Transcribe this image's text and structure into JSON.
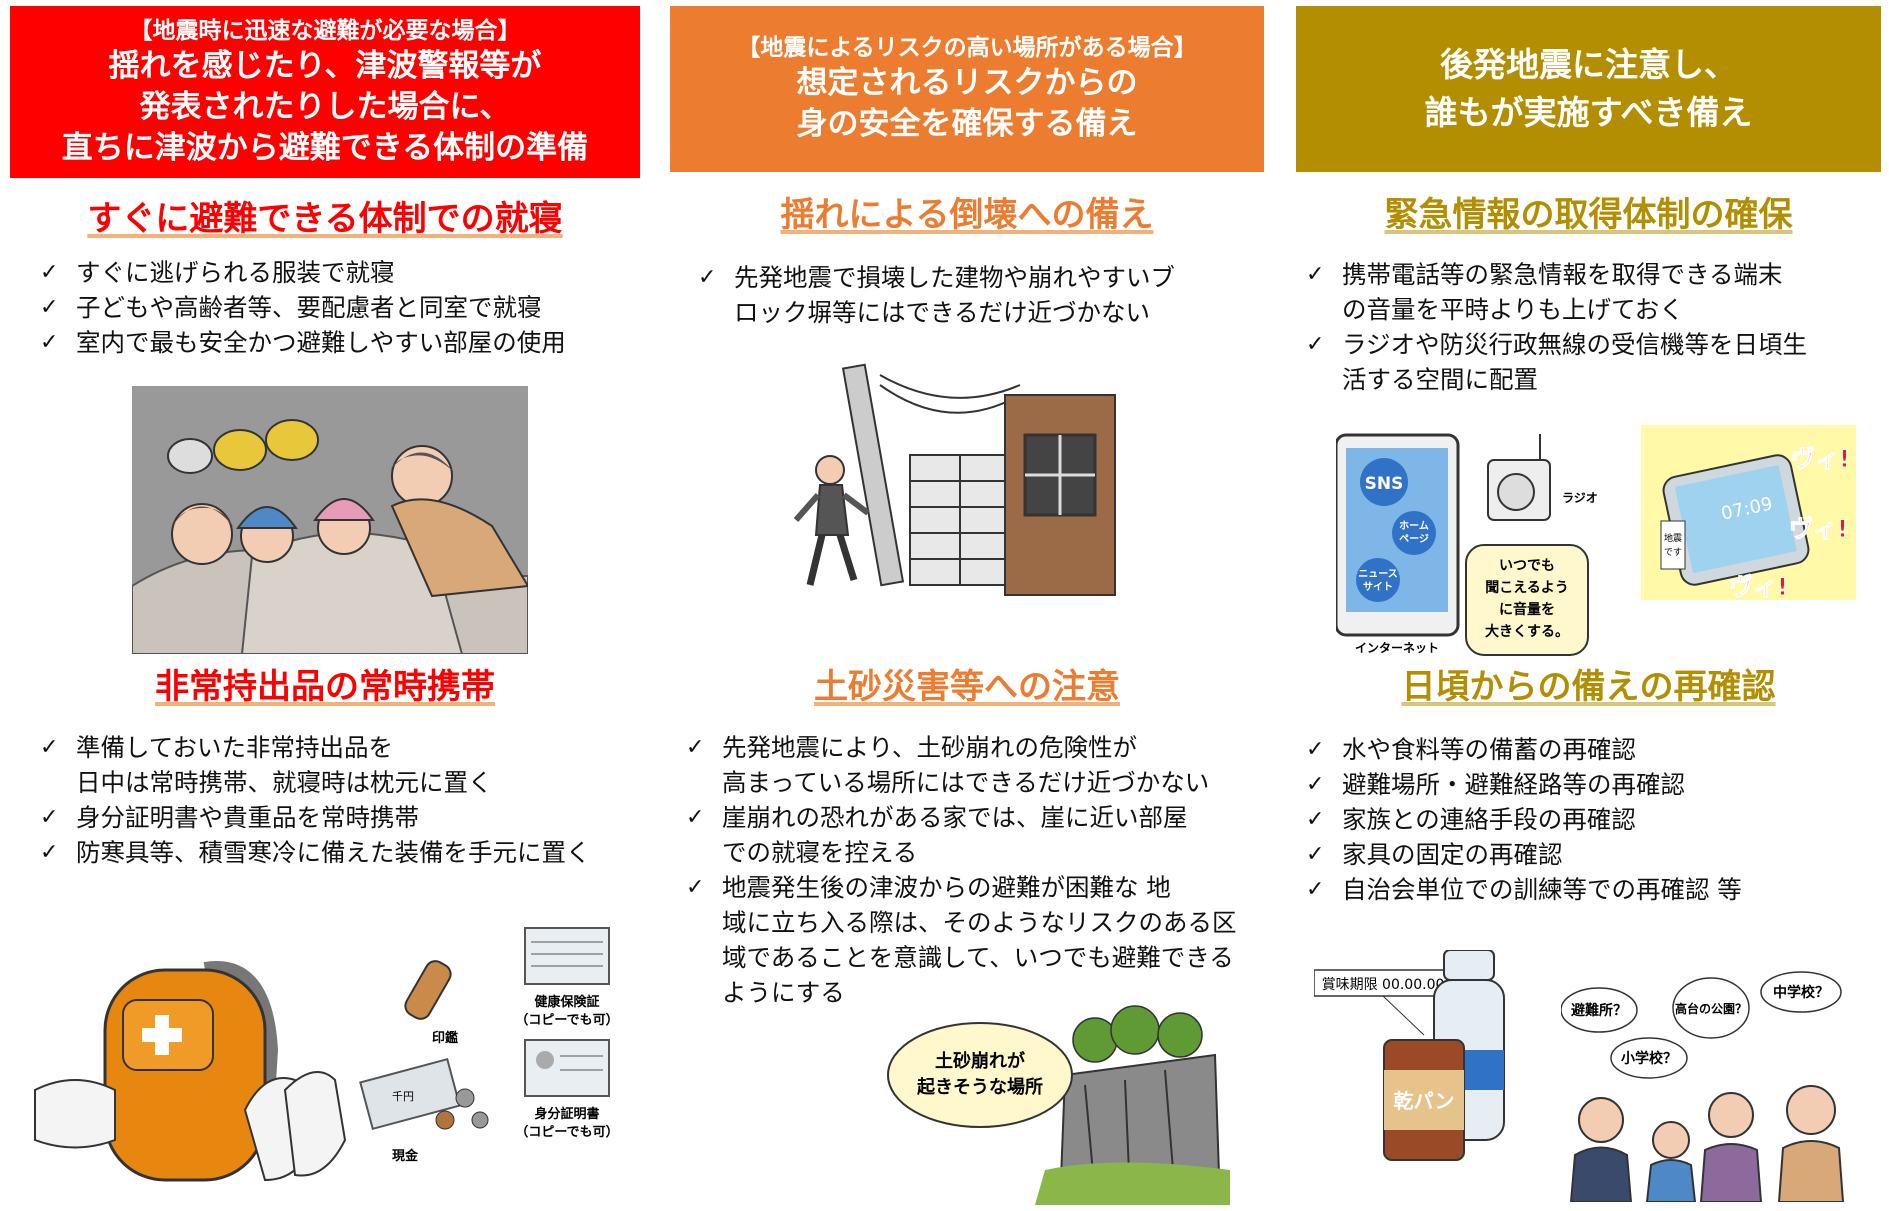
{
  "columns": [
    {
      "header": {
        "sub": "【地震時に迅速な避難が必要な場合】",
        "lines": [
          "揺れを感じたり、津波警報等が",
          "発表されたりした場合に、",
          "直ちに津波から避難できる体制の準備"
        ]
      },
      "sections": [
        {
          "title": "すぐに避難できる体制での就寝",
          "items": [
            [
              "すぐに逃げられる服装で就寝"
            ],
            [
              "子どもや高齢者等、要配慮者と同室で就寝"
            ],
            [
              "室内で最も安全かつ避難しやすい部屋の使用"
            ]
          ]
        },
        {
          "title": "非常持出品の常時携帯",
          "items": [
            [
              "準備しておいた非常持出品を",
              "日中は常時携帯、就寝時は枕元に置く"
            ],
            [
              "身分証明書や貴重品を常時携帯"
            ],
            [
              "防寒具等、積雪寒冷に備えた装備を手元に置く"
            ]
          ],
          "labels": {
            "insurance": "健康保険証",
            "insurance_note": "（コピーでも可）",
            "seal": "印鑑",
            "id_card": "身分証明書",
            "id_card_note": "（コピーでも可）",
            "cash": "現金",
            "bill": "千円"
          }
        }
      ]
    },
    {
      "header": {
        "sub": "【地震によるリスクの高い場所がある場合】",
        "lines": [
          "想定されるリスクからの",
          "身の安全を確保する備え"
        ]
      },
      "sections": [
        {
          "title": "揺れによる倒壊への備え",
          "items": [
            [
              "先発地震で損壊した建物や崩れやすいブ",
              "ロック塀等にはできるだけ近づかない"
            ]
          ]
        },
        {
          "title": "土砂災害等への注意",
          "items": [
            [
              "先発地震により、土砂崩れの危険性が",
              "高まっている場所にはできるだけ近づかない"
            ],
            [
              "崖崩れの恐れがある家では、崖に近い部屋",
              "での就寝を控える"
            ],
            [
              "地震発生後の津波からの避難が困難な  地",
              "域に立ち入る際は、そのようなリスクのある区",
              "域であることを意識して、いつでも避難できる",
              "ようにする"
            ]
          ],
          "labels": {
            "callout": [
              "土砂崩れが",
              "起きそうな場所"
            ]
          }
        }
      ]
    },
    {
      "header": {
        "sub": "",
        "lines": [
          "後発地震に注意し、",
          "誰もが実施すべき備え"
        ]
      },
      "sections": [
        {
          "title": "緊急情報の取得体制の確保",
          "items": [
            [
              "携帯電話等の緊急情報を取得できる端末",
              "の音量を平時よりも上げておく"
            ],
            [
              "ラジオや防災行政無線の受信機等を日頃生",
              "活する空間に配置"
            ]
          ],
          "labels": {
            "sns": "SNS",
            "homepage": [
              "ホーム",
              "ページ"
            ],
            "news": [
              "ニュース",
              "サイト"
            ],
            "internet": "インターネット",
            "radio": "ラジオ",
            "callout": [
              "いつでも",
              "聞こえるよう",
              "に音量を",
              "大きくする。"
            ],
            "phone_time": "07:09",
            "alert": "ヴィ!",
            "phone_side": [
              "地震",
              "です"
            ]
          }
        },
        {
          "title": "日頃からの備えの再確認",
          "items": [
            [
              "水や食料等の備蓄の再確認"
            ],
            [
              "避難場所・避難経路等の再確認"
            ],
            [
              "家族との連絡手段の再確認"
            ],
            [
              "家具の固定の再確認"
            ],
            [
              "自治会単位での訓練等での再確認        等"
            ]
          ],
          "labels": {
            "expiry": "賞味期限 00.00.00",
            "can": "乾パン",
            "q1": "避難所？",
            "q2": "高台の公園？",
            "q3": "中学校？",
            "q4": "小学校？"
          }
        }
      ]
    }
  ],
  "check_mark": "✓",
  "colors": {
    "red": "#ff0000",
    "orange": "#ec7c30",
    "gold": "#b38e00"
  }
}
